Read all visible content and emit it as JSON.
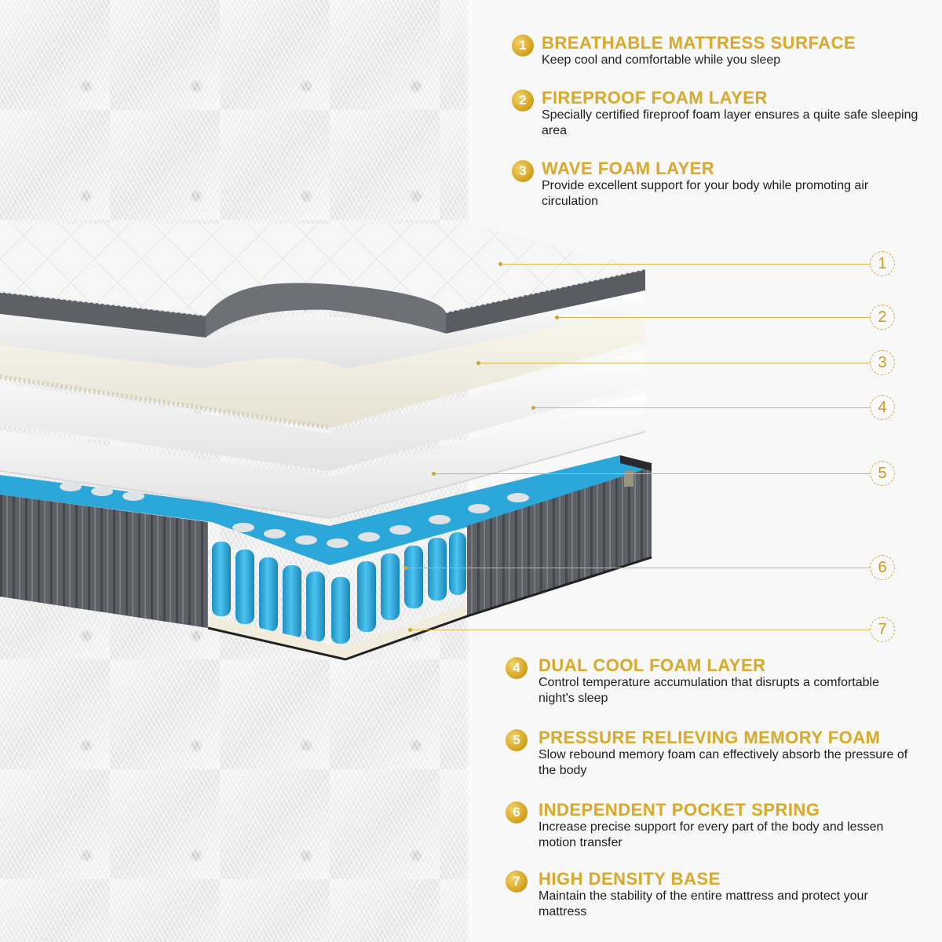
{
  "colors": {
    "accent": "#d6ab2f",
    "badge": "#d8a621",
    "text": "#1e1e1e",
    "panel_bg": "#f8f8f8",
    "spring_blue": "#2aa5d6",
    "side_gray": "#5f6168"
  },
  "features_top": [
    {
      "num": "1",
      "title": "BREATHABLE MATTRESS SURFACE",
      "desc": "Keep cool and comfortable while you sleep"
    },
    {
      "num": "2",
      "title": "FIREPROOF FOAM LAYER",
      "desc": "Specially certified fireproof foam layer ensures a quite safe sleeping area"
    },
    {
      "num": "3",
      "title": "WAVE FOAM LAYER",
      "desc": "Provide excellent support for your body while promoting air circulation"
    }
  ],
  "features_bottom": [
    {
      "num": "4",
      "title": "DUAL COOL FOAM LAYER",
      "desc": "Control temperature accumulation that disrupts a comfortable night's sleep"
    },
    {
      "num": "5",
      "title": "PRESSURE RELIEVING MEMORY FOAM",
      "desc": "Slow rebound memory foam can effectively absorb the pressure of the body"
    },
    {
      "num": "6",
      "title": "INDEPENDENT POCKET SPRING",
      "desc": "Increase precise support for every part of the body and lessen motion transfer"
    },
    {
      "num": "7",
      "title": "HIGH DENSITY BASE",
      "desc": "Maintain the stability of the entire mattress and protect your mattress"
    }
  ],
  "callouts": [
    "1",
    "2",
    "3",
    "4",
    "5",
    "6",
    "7"
  ]
}
